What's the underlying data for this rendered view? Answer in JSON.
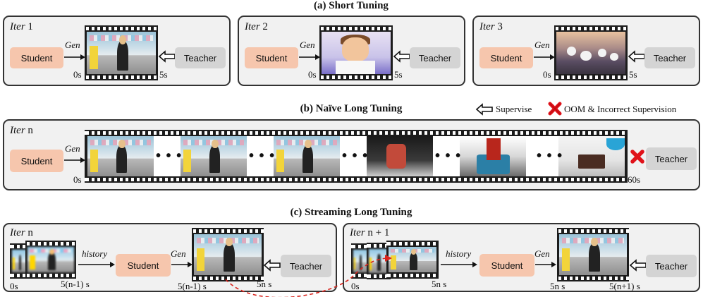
{
  "headings": {
    "a": "(a) Short Tuning",
    "b": "(b) Naïve Long Tuning",
    "c": "(c) Streaming Long Tuning"
  },
  "common": {
    "iter_word": "Iter",
    "student": "Student",
    "teacher": "Teacher",
    "gen": "Gen",
    "history": "history",
    "ellipsis": "• • •"
  },
  "legend": {
    "supervise": "Supervise",
    "oom": "OOM & Incorrect Supervision"
  },
  "short_tuning": [
    {
      "iter": "1",
      "start": "0s",
      "end": "5s"
    },
    {
      "iter": "2",
      "start": "0s",
      "end": "5s"
    },
    {
      "iter": "3",
      "start": "0s",
      "end": "5s"
    }
  ],
  "naive": {
    "iter": "n",
    "start": "0s",
    "end": "60s"
  },
  "streaming": [
    {
      "iter": "n",
      "history_start": "0s",
      "history_end": "5(n-1) s",
      "gen_start": "5(n-1) s",
      "gen_end": "5n s"
    },
    {
      "iter": "n + 1",
      "history_start": "0s",
      "history_end": "5n s",
      "gen_start": "5n s",
      "gen_end": "5(n+1) s"
    }
  ],
  "colors": {
    "student_bg": "#f6c6ad",
    "teacher_bg": "#d4d4d4",
    "panel_bg": "#f1f1f1",
    "oom_red": "#e0121a",
    "dashed_red": "#d9231c"
  }
}
